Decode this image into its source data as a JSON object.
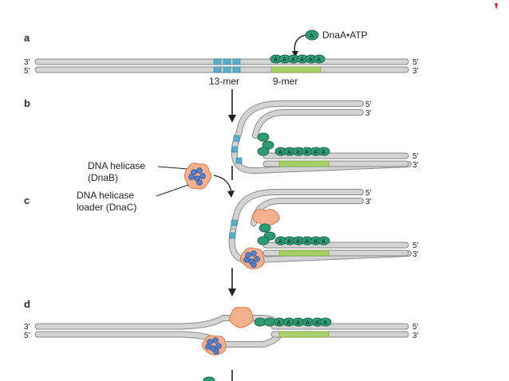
{
  "panels": {
    "a": "a",
    "b": "b",
    "c": "c",
    "d": "d"
  },
  "strand_ends": {
    "top_left": "3'",
    "bottom_left": "5'",
    "top_right": "5'",
    "bottom_right": "3'"
  },
  "labels": {
    "dnaa_complex": "DnaA•ATP",
    "dnaa_letter": "A",
    "thirteen_mer": "13-mer",
    "nine_mer": "9-mer",
    "helicase_line1": "DNA helicase",
    "helicase_line2": "(DnaB)",
    "loader_line1": "DNA helicase",
    "loader_line2": "loader (DnaC)"
  },
  "colors": {
    "strand_fill": "#d3d3d3",
    "strand_edge": "#8a8a8a",
    "thirteen_mer": "#5aaecb",
    "nine_mer": "#a9cf6a",
    "dnaa": "#2f9a74",
    "dnaa_edge": "#1e6b50",
    "helicase_blue": "#5b7fc4",
    "loader_orange": "#f3b08e",
    "arrow": "#222222",
    "accent_red": "#d9231f"
  }
}
